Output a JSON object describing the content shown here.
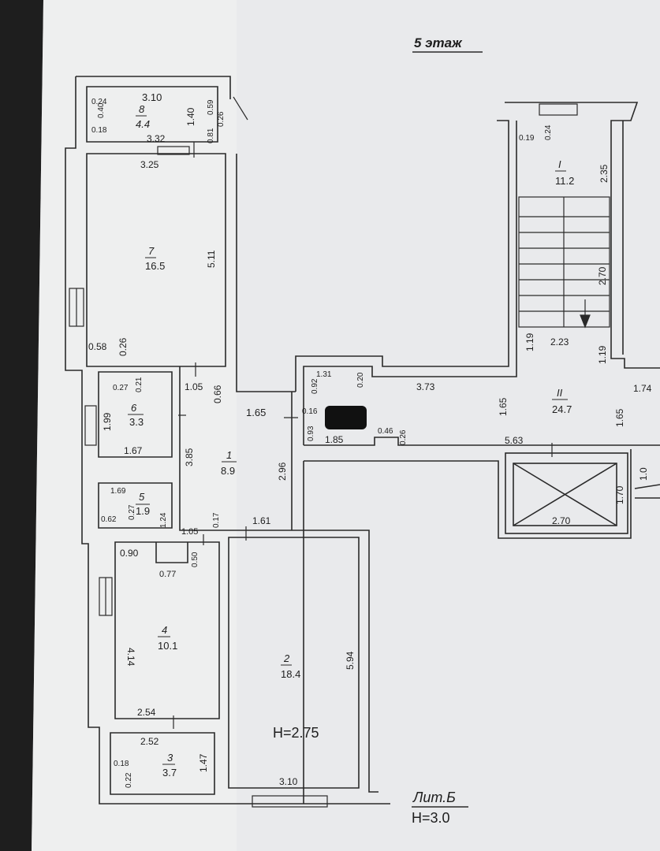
{
  "sheet": {
    "title": "5 этаж",
    "lit": "Лит.Б",
    "total_height": "Н=3.0",
    "ceiling_height": "Н=2.75"
  },
  "rooms": [
    {
      "id": "8",
      "num": "8",
      "area": "4.4"
    },
    {
      "id": "7",
      "num": "7",
      "area": "16.5"
    },
    {
      "id": "6",
      "num": "6",
      "area": "3.3"
    },
    {
      "id": "5",
      "num": "5",
      "area": "1.9"
    },
    {
      "id": "1",
      "num": "1",
      "area": "8.9"
    },
    {
      "id": "4",
      "num": "4",
      "area": "10.1"
    },
    {
      "id": "2",
      "num": "2",
      "area": "18.4"
    },
    {
      "id": "3",
      "num": "3",
      "area": "3.7"
    },
    {
      "id": "I",
      "num": "I",
      "area": "11.2"
    },
    {
      "id": "II",
      "num": "II",
      "area": "24.7"
    }
  ],
  "dimensions": {
    "d1": "3.10",
    "d2": "0.24",
    "d3": "0.40",
    "d4": "0.18",
    "d5": "1.40",
    "d6": "0.59",
    "d7": "0.26",
    "d8": "0.81",
    "d9": "3.32",
    "d10": "3.25",
    "d11": "5.11",
    "d12": "0.58",
    "d13": "0.26",
    "d14": "0.27",
    "d15": "0.21",
    "d16": "1.05",
    "d17": "0.66",
    "d18": "1.99",
    "d19": "1.67",
    "d20": "3.85",
    "d21": "1.65",
    "d22": "2.96",
    "d23": "1.69",
    "d24": "0.27",
    "d25": "0.62",
    "d26": "1.24",
    "d27": "1.05",
    "d28": "0.17",
    "d29": "1.61",
    "d30": "0.90",
    "d31": "0.50",
    "d32": "0.77",
    "d33": "4.14",
    "d34": "5.94",
    "d35": "2.54",
    "d36": "2.52",
    "d37": "0.18",
    "d38": "0.22",
    "d39": "1.47",
    "d40": "3.10",
    "d41": "1.31",
    "d42": "0.20",
    "d43": "0.92",
    "d44": "0.16",
    "d45": "0.93",
    "d46": "1.85",
    "d47": "0.46",
    "d48": "0.26",
    "d49": "3.73",
    "d50": "0.19",
    "d51": "0.24",
    "d52": "2.35",
    "d53": "2.70",
    "d54": "1.19",
    "d55": "2.23",
    "d56": "1.19",
    "d57": "1.74",
    "d58": "1.65",
    "d59": "1.65",
    "d60": "5.63",
    "d61": "1.70",
    "d62": "2.70",
    "d63": "1.0"
  }
}
